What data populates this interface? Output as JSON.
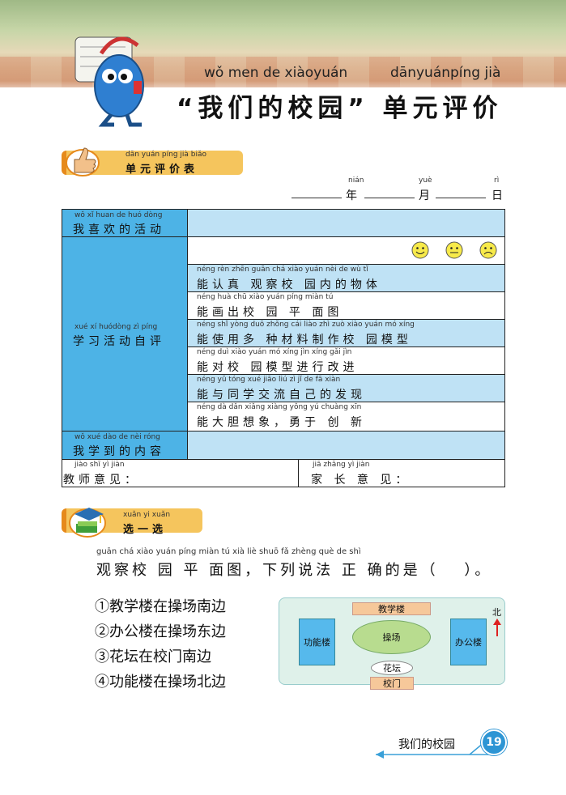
{
  "header": {
    "pinyin_left": "wǒ men de xiàoyuán",
    "pinyin_right": "dānyuánpíng jià",
    "title": "“我们的校园” 单元评价"
  },
  "eval_tag": {
    "pinyin": "dān yuán píng jià biǎo",
    "label": "单元评价表"
  },
  "date": {
    "nian_py": "nián",
    "nian": "年",
    "yue_py": "yuè",
    "yue": "月",
    "ri_py": "rì",
    "ri": "日"
  },
  "table": {
    "row1": {
      "py": "wǒ  xǐ huan de huó dòng",
      "text": "我喜欢的活动"
    },
    "row2": {
      "py": "xué  xí  huódòng  zì  píng",
      "text": "学习活动自评"
    },
    "faces": [
      "smile-face-icon",
      "neutral-face-icon",
      "sad-face-icon"
    ],
    "items": [
      {
        "py": "néng rèn zhēn guān chá xiào yuán nèi  de  wù  tǐ",
        "text": "能认真 观察校 园内的物体"
      },
      {
        "py": "néng huà chū xiào yuán píng miàn tú",
        "text": "能画出校 园 平 面图"
      },
      {
        "py": "néng shǐ yòng duō zhǒng cái liào zhì zuò xiào yuán mó xíng",
        "text": "能使用多 种材料制作校 园模型"
      },
      {
        "py": "néng duì xiào yuán mó xíng jìn xíng gǎi jìn",
        "text": "能对校 园模型进行改进"
      },
      {
        "py": "néng yǔ tóng xué jiāo liú  zì   jǐ  de  fā  xiàn",
        "text": "能与同学交流自己的发现"
      },
      {
        "py": "néng dà dǎn xiǎng xiàng   yǒng yú chuàng xīn",
        "text": "能大胆想象，勇于 创 新"
      }
    ],
    "row3": {
      "py": "wǒ xué dào de nèi róng",
      "text": "我学到的内容"
    },
    "teacher": {
      "py": "jiào shī  yì  jiàn",
      "text": "教师意见："
    },
    "parent": {
      "py": "jiā zhǎng yì  jiàn",
      "text": "家 长 意 见："
    }
  },
  "choose_tag": {
    "pinyin": "xuǎn  yi  xuǎn",
    "label": "选一选"
  },
  "question": {
    "py": "guān chá xiào yuán píng miàn tú          xià  liè shuō  fǎ  zhèng què  de  shì",
    "text": "观察校 园 平 面图，下列说法 正 确的是（　 ）。",
    "options": [
      "①教学楼在操场南边",
      "②办公楼在操场东边",
      "③花坛在校门南边",
      "④功能楼在操场北边"
    ]
  },
  "map": {
    "teaching": "教学楼",
    "function": "功能楼",
    "playground": "操场",
    "office": "办公楼",
    "garden": "花坛",
    "gate": "校门",
    "north": "北"
  },
  "footer": {
    "label": "我们的校园",
    "page": "19"
  },
  "colors": {
    "blue": "#4db3e6",
    "light_blue": "#bfe2f5",
    "tag": "#f5c55d",
    "map_bg": "#dff1ea"
  }
}
